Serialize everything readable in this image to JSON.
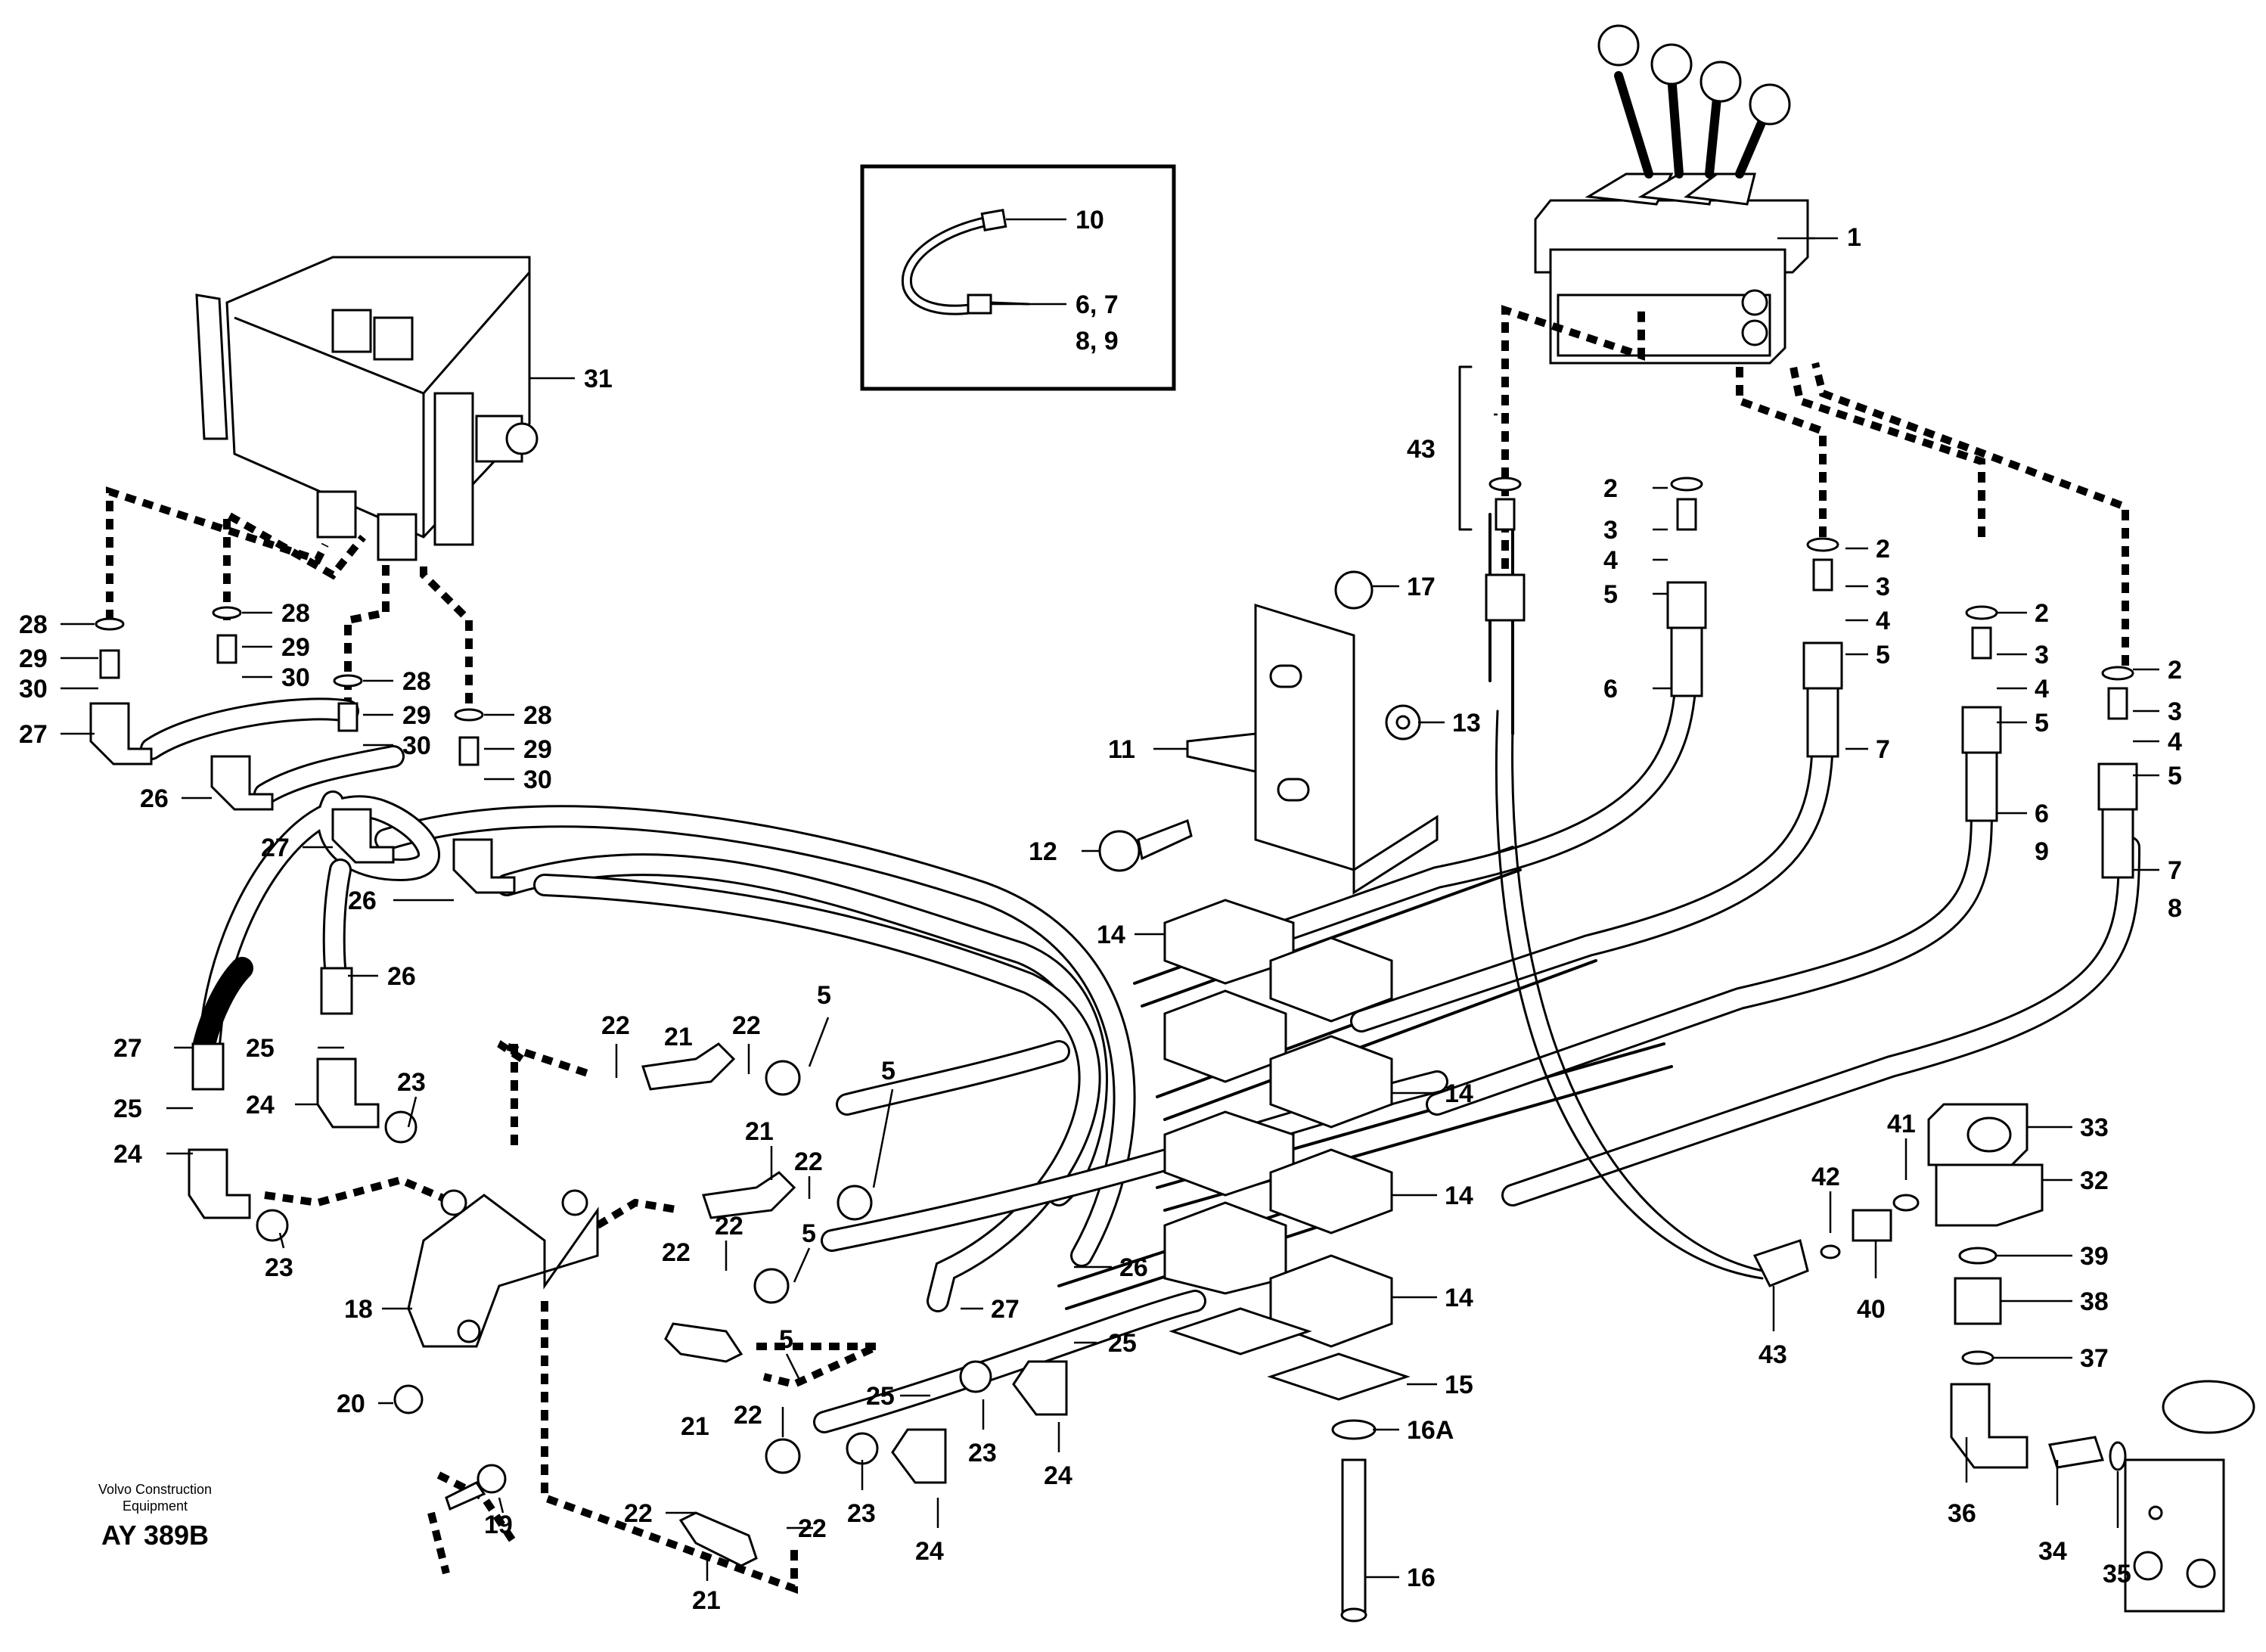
{
  "footer": {
    "company_line1": "Volvo Construction",
    "company_line2": "Equipment",
    "code": "AY 389B"
  },
  "callouts": {
    "c1": "1",
    "c31": "31",
    "c10": "10",
    "c6789a": "6, 7",
    "c6789b": "8, 9",
    "c43a": "43",
    "c43b": "43",
    "c2a": "2",
    "c3a": "3",
    "c4a": "4",
    "c5a": "5",
    "c6a": "6",
    "c2b": "2",
    "c3b": "3",
    "c4b": "4",
    "c5b": "5",
    "c7b": "7",
    "c2c": "2",
    "c3c": "3",
    "c4c": "4",
    "c5c": "5",
    "c6c": "6",
    "c9c": "9",
    "c2d": "2",
    "c3d": "3",
    "c4d": "4",
    "c5d": "5",
    "c7d": "7",
    "c8d": "8",
    "c17": "17",
    "c13": "13",
    "c11": "11",
    "c12": "12",
    "c14a": "14",
    "c14b": "14",
    "c14c": "14",
    "c14d": "14",
    "c15": "15",
    "c16a": "16A",
    "c16": "16",
    "c28a": "28",
    "c29a": "29",
    "c30a": "30",
    "c27a": "27",
    "c28b": "28",
    "c29b": "29",
    "c30b": "30",
    "c26a": "26",
    "c28c": "28",
    "c29c": "29",
    "c30c": "30",
    "c27b": "27",
    "c28d": "28",
    "c29d": "29",
    "c30d": "30",
    "c26b": "26",
    "c26c": "26",
    "c27c": "27",
    "c25a": "25",
    "c24a": "24",
    "c23a": "23",
    "c25b": "25",
    "c24b": "24",
    "c23b": "23",
    "c18": "18",
    "c20": "20",
    "c19": "19",
    "c22a": "22",
    "c21a": "21",
    "c22b": "22",
    "c5e": "5",
    "c21b": "21",
    "c22c": "22",
    "c5f": "5",
    "c22d": "22",
    "c22e": "22",
    "c5g": "5",
    "c21c": "21",
    "c22f": "22",
    "c5h": "5",
    "c22g": "22",
    "c21d": "21",
    "c22h": "22",
    "c26d": "26",
    "c27d": "27",
    "c25c": "25",
    "c25d": "25",
    "c23c": "23",
    "c24c": "24",
    "c23d": "23",
    "c24d": "24",
    "c33": "33",
    "c32": "32",
    "c41": "41",
    "c42": "42",
    "c39": "39",
    "c38": "38",
    "c40": "40",
    "c37": "37",
    "c36": "36",
    "c34": "34",
    "c35": "35"
  }
}
